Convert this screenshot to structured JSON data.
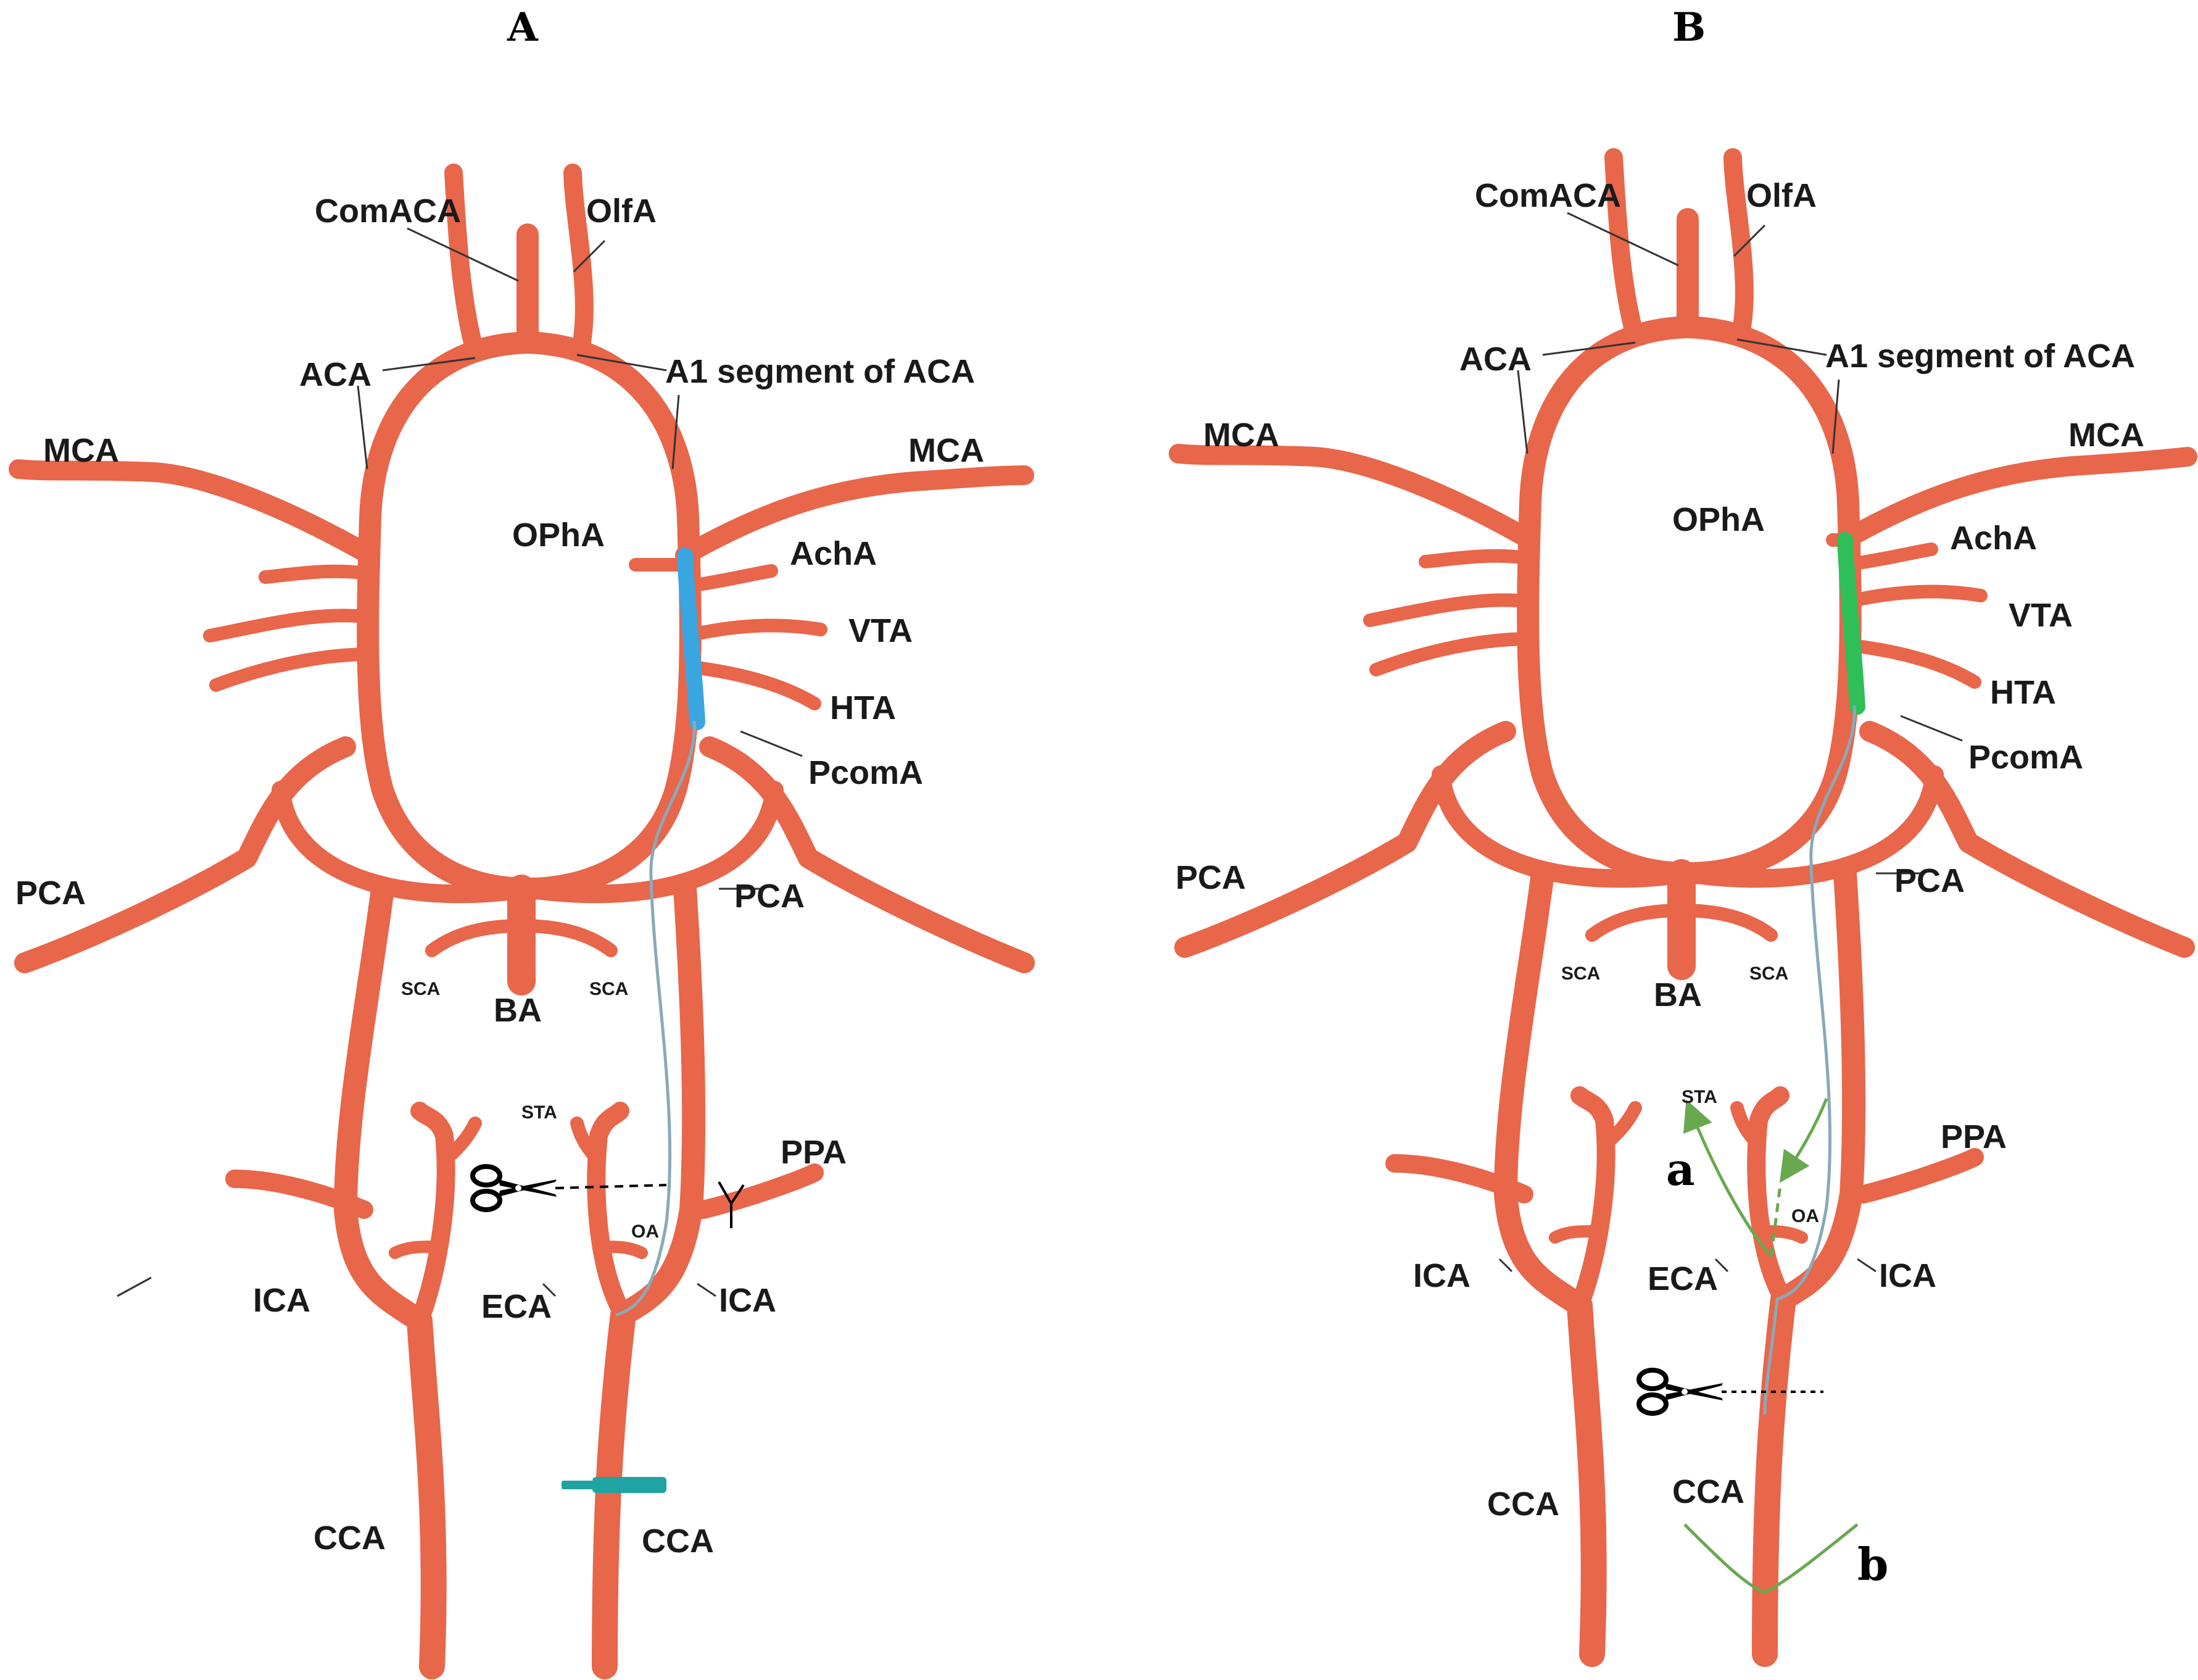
{
  "colors": {
    "artery": "#e8664a",
    "occlusion_a": "#3aa6e0",
    "occlusion_b": "#2fbf58",
    "filament": "#8aa9b8",
    "clip": "#1fa3a3",
    "arrow_green": "#6aa84f",
    "leader": "#333333",
    "background": "#ffffff"
  },
  "icons": {
    "scissors": "scissors-icon",
    "clip": "vascular-clip-icon",
    "suture": "suture-icon",
    "arrow": "arrow-icon"
  },
  "panels": [
    {
      "letter": "A",
      "labels": {
        "comaca": "ComACA",
        "olfa": "OlfA",
        "aca": "ACA",
        "a1": "A1 segment of ACA",
        "mca_left": "MCA",
        "mca_right": "MCA",
        "opha": "OPhA",
        "acha": "AchA",
        "vta": "VTA",
        "hta": "HTA",
        "pcoma": "PcomA",
        "pca_left": "PCA",
        "pca_right": "PCA",
        "sca_left": "SCA",
        "sca_right": "SCA",
        "ba": "BA",
        "sta": "STA",
        "ppa": "PPA",
        "oa": "OA",
        "ica_left": "ICA",
        "eca": "ECA",
        "ica_right": "ICA",
        "cca_left": "CCA",
        "cca_right": "CCA"
      }
    },
    {
      "letter": "B",
      "labels": {
        "comaca": "ComACA",
        "olfa": "OlfA",
        "aca": "ACA",
        "a1": "A1 segment of ACA",
        "mca_left": "MCA",
        "mca_right": "MCA",
        "opha": "OPhA",
        "acha": "AchA",
        "vta": "VTA",
        "hta": "HTA",
        "pcoma": "PcomA",
        "pca_left": "PCA",
        "pca_right": "PCA",
        "sca_left": "SCA",
        "sca_right": "SCA",
        "ba": "BA",
        "sta": "STA",
        "ppa": "PPA",
        "oa": "OA",
        "ica_left": "ICA",
        "eca": "ECA",
        "ica_right": "ICA",
        "cca_left": "CCA",
        "cca_right": "CCA",
        "step_a": "a",
        "step_b": "b"
      }
    }
  ]
}
